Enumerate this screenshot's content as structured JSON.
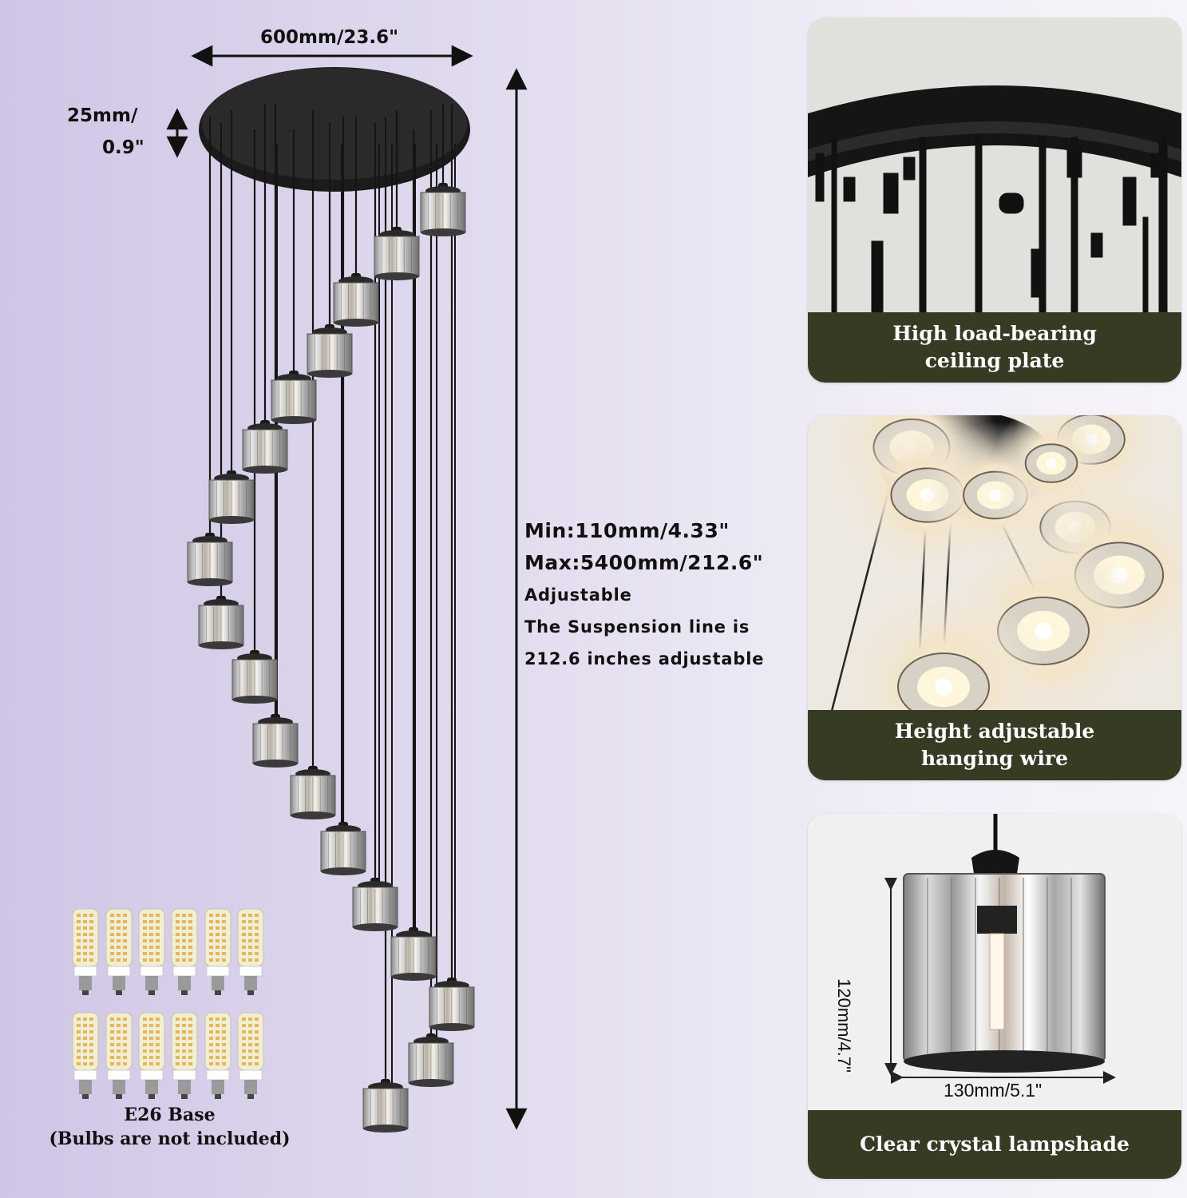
{
  "dimensions": {
    "width_label": "600mm/23.6\"",
    "plate_thickness_line1": "25mm/",
    "plate_thickness_line2": "0.9\"",
    "min_length": "Min:110mm/4.33\"",
    "max_length": "Max:5400mm/212.6\"",
    "adjustable": "Adjustable",
    "suspension_line1": "The Suspension line is",
    "suspension_line2": "212.6 inches adjustable"
  },
  "bulbs": {
    "base_label": "E26 Base",
    "note": "(Bulbs are not included)"
  },
  "panels": [
    {
      "caption_line1": "High load-bearing",
      "caption_line2": "ceiling plate"
    },
    {
      "caption_line1": "Height adjustable",
      "caption_line2": "hanging wire"
    },
    {
      "caption_line1": "Clear crystal lampshade",
      "height_label": "120mm/4.7\"",
      "width_label": "130mm/5.1\""
    }
  ],
  "colors": {
    "caption_bg": "#363b24",
    "fixture_black": "#1c1c1c"
  }
}
